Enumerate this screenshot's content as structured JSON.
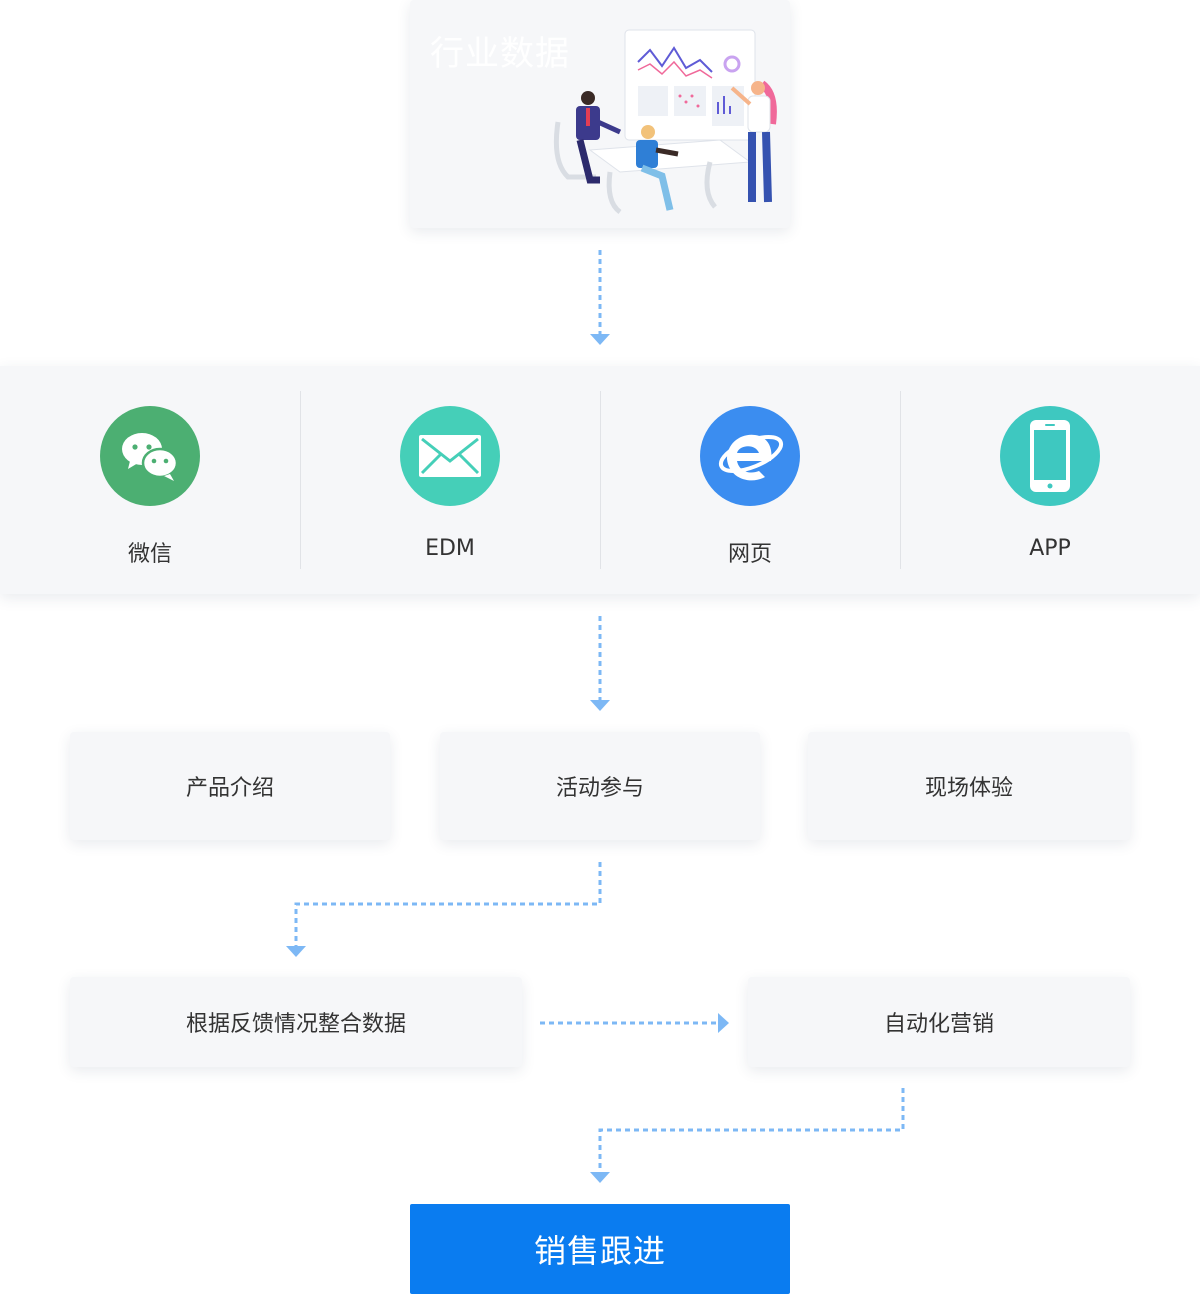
{
  "top": {
    "label": "行业数据"
  },
  "channels": [
    {
      "name": "微信",
      "icon": "wechat-icon",
      "color": "#4caf72"
    },
    {
      "name": "EDM",
      "icon": "envelope-icon",
      "color": "#45cfb8"
    },
    {
      "name": "网页",
      "icon": "ie-browser-icon",
      "color": "#3b8df0"
    },
    {
      "name": "APP",
      "icon": "mobile-phone-icon",
      "color": "#3ec8c0"
    }
  ],
  "activities": [
    {
      "label": "产品介绍"
    },
    {
      "label": "活动参与"
    },
    {
      "label": "现场体验"
    }
  ],
  "integrate": {
    "label": "根据反馈情况整合数据"
  },
  "automation": {
    "label": "自动化营销"
  },
  "final": {
    "label": "销售跟进"
  },
  "colors": {
    "accent": "#0a7cf0",
    "connector": "#7db8f5",
    "card_bg": "#f6f7f9"
  }
}
